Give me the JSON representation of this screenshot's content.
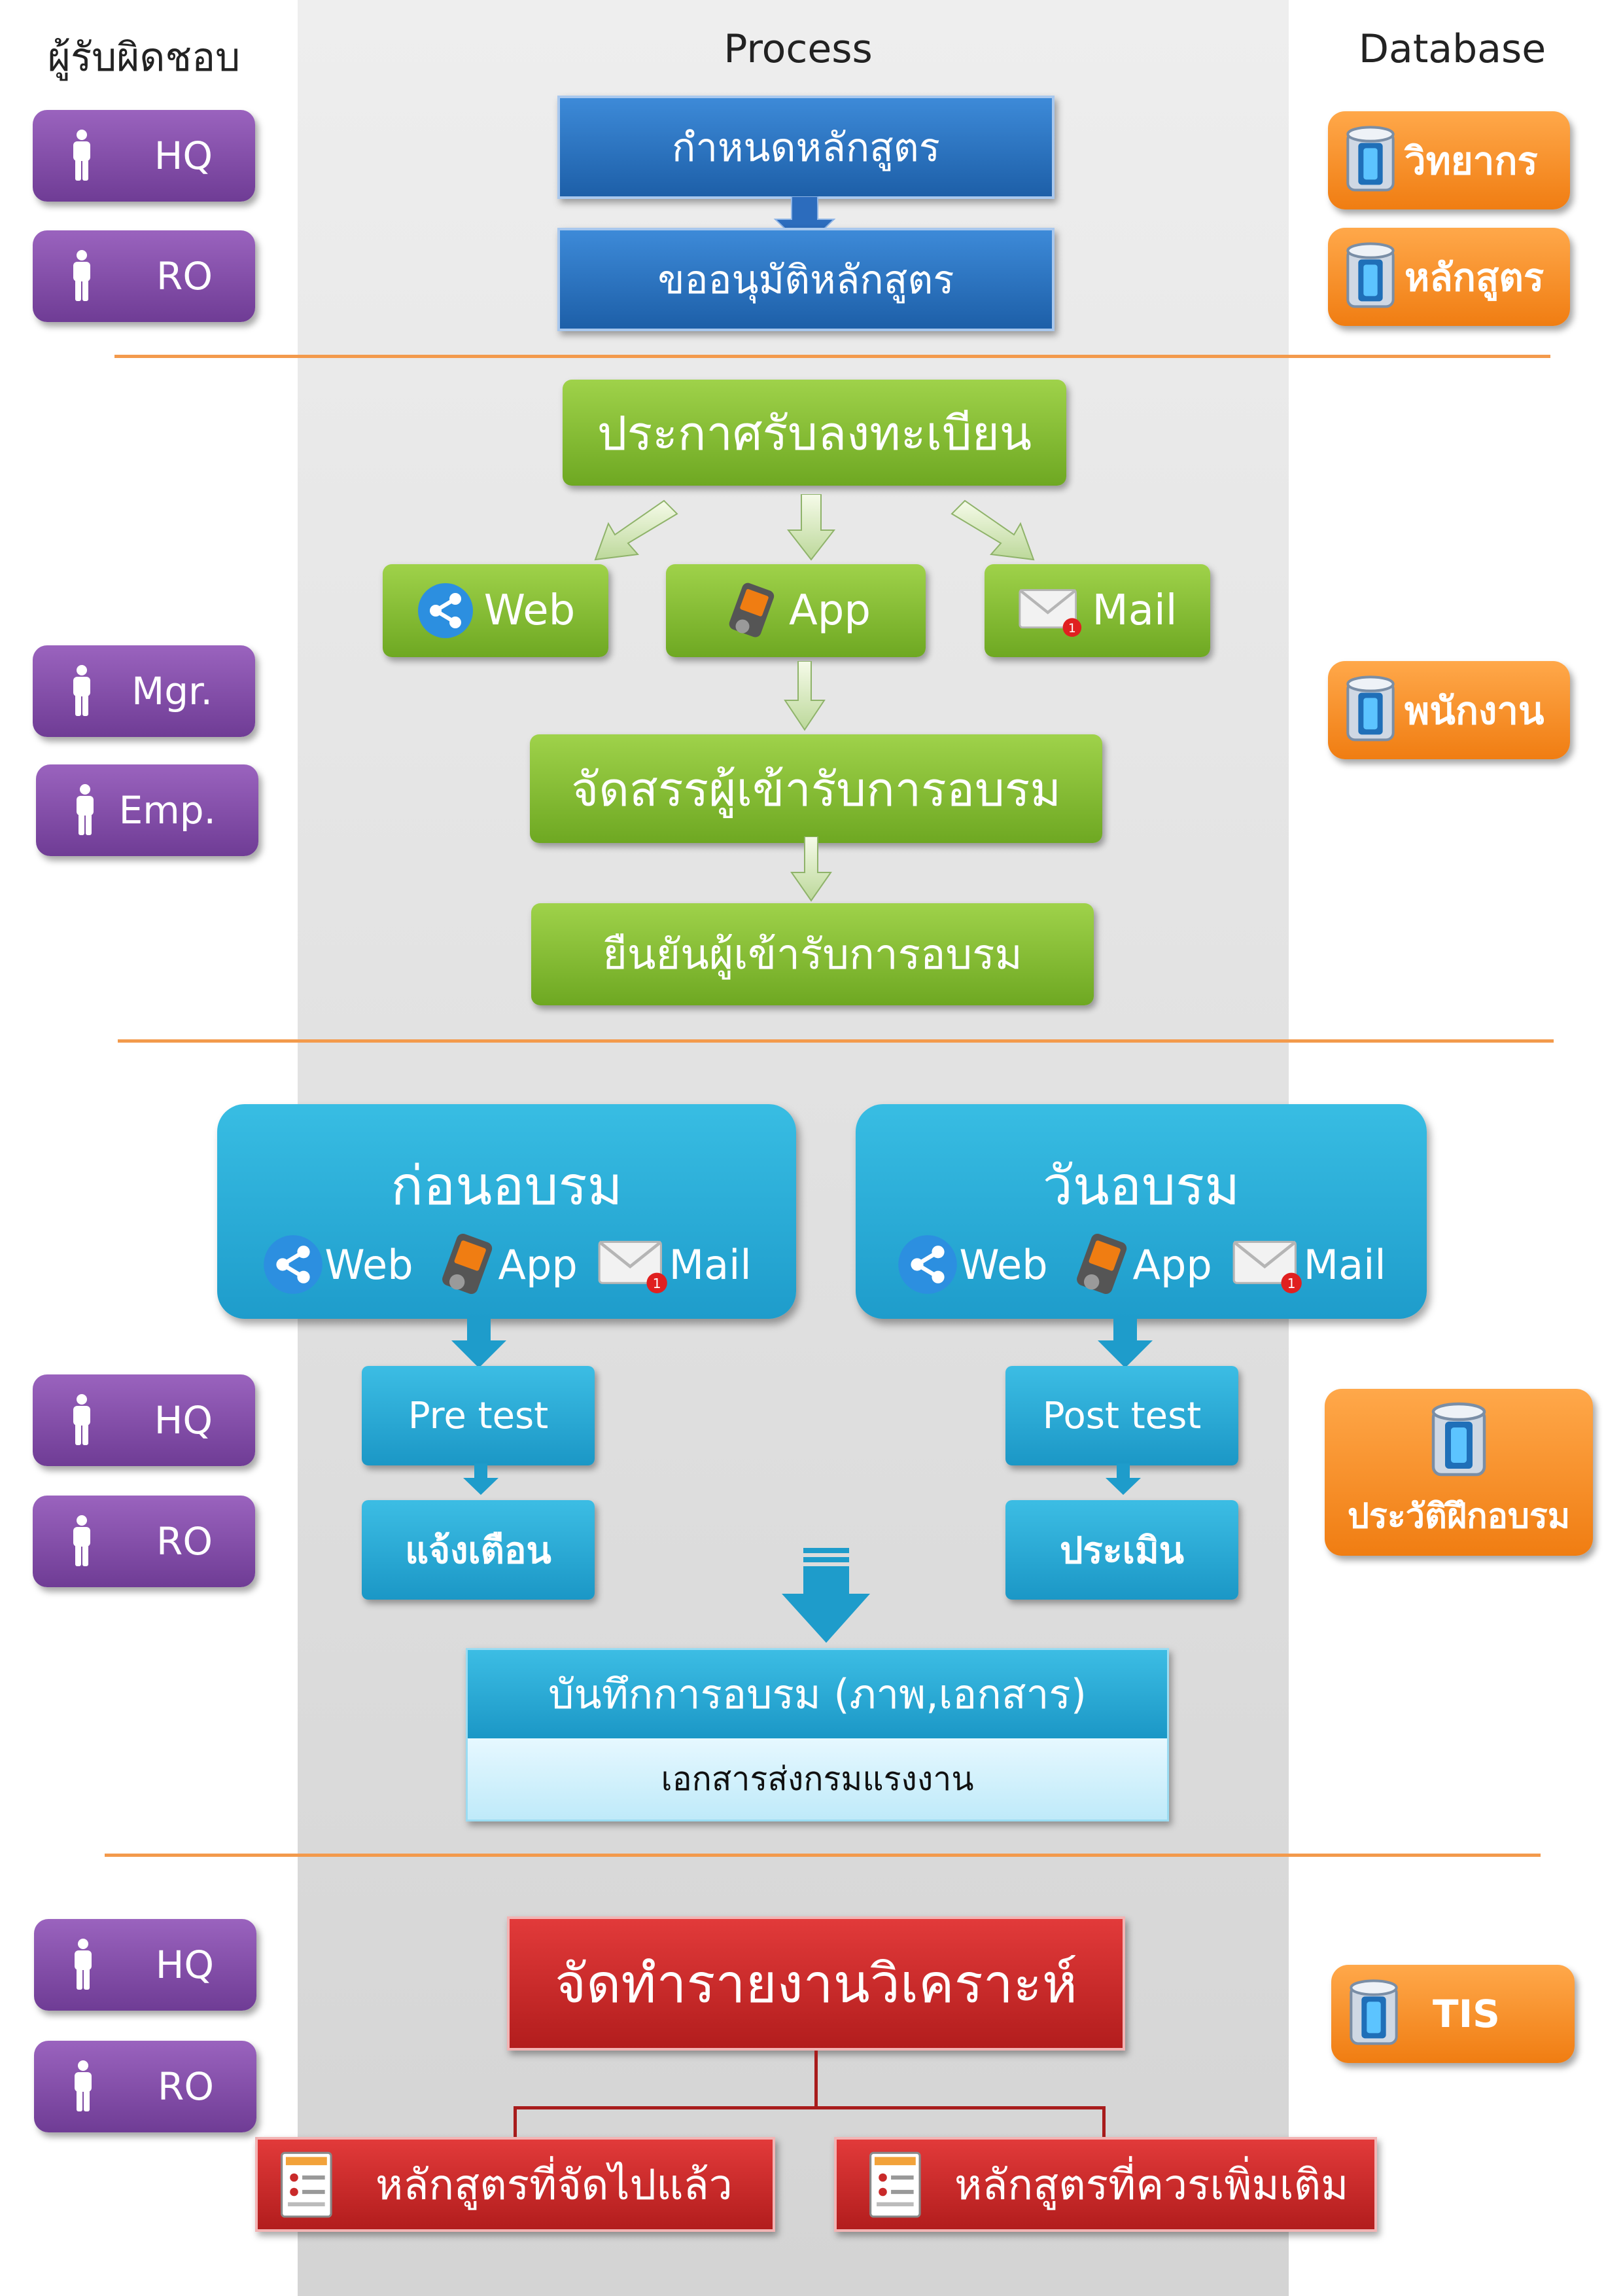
{
  "headers": {
    "responsible": "ผู้รับผิดชอบ",
    "process": "Process",
    "database": "Database"
  },
  "section1": {
    "roles": [
      "HQ",
      "RO"
    ],
    "steps": [
      "กำหนดหลักสูตร",
      "ขออนุมัติหลักสูตร"
    ],
    "databases": [
      "วิทยากร",
      "หลักสูตร"
    ]
  },
  "section2": {
    "roles": [
      "Mgr.",
      "Emp."
    ],
    "announce": "ประกาศรับลงทะเบียน",
    "channels": [
      "Web",
      "App",
      "Mail"
    ],
    "allocate": "จัดสรรผู้เข้ารับการอบรม",
    "confirm": "ยืนยันผู้เข้ารับการอบรม",
    "database": "พนักงาน"
  },
  "section3": {
    "roles": [
      "HQ",
      "RO"
    ],
    "before": {
      "title": "ก่อนอบรม",
      "channels": [
        "Web",
        "App",
        "Mail"
      ]
    },
    "day": {
      "title": "วันอบรม",
      "channels": [
        "Web",
        "App",
        "Mail"
      ]
    },
    "pre_test": "Pre test",
    "notify": "แจ้งเตือน",
    "post_test": "Post test",
    "evaluate": "ประเมิน",
    "record": "บันทึกการอบรม (ภาพ,เอกสาร)",
    "record_sub": "เอกสารส่งกรมแรงงาน",
    "database": "ประวัติฝึกอบรม"
  },
  "section4": {
    "roles": [
      "HQ",
      "RO"
    ],
    "report": "จัดทำรายงานวิเคราะห์",
    "outputs": [
      "หลักสูตรที่จัดไปแล้ว",
      "หลักสูตรที่ควรเพิ่มเติม"
    ],
    "database": "TIS"
  },
  "colors": {
    "role": "#7b4aa0",
    "database": "#f58a1f",
    "blue": "#2a72c4",
    "green": "#86c23a",
    "cyan": "#2ab0dc",
    "red": "#c92a2a",
    "divider": "#f39a4c"
  }
}
